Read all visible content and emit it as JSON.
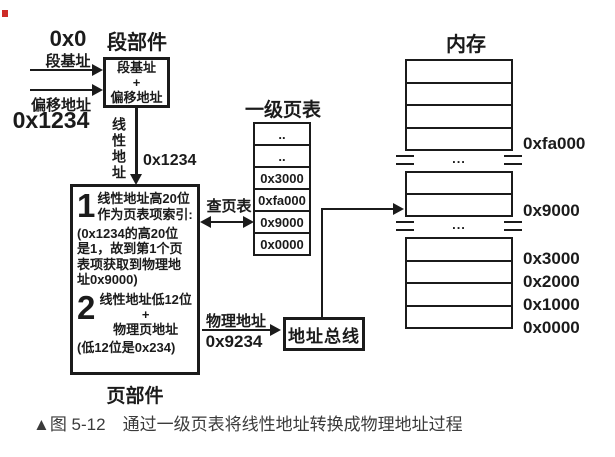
{
  "colors": {
    "ink": "#1b1b1b",
    "caption": "#3b3b3b",
    "marker_red": "#cd2b27",
    "background": "#ffffff"
  },
  "segment_unit": {
    "title": "段部件",
    "box_text": "段基址\n+\n偏移地址",
    "seg_base_value": "0x0",
    "seg_base_label": "段基址",
    "offset_label": "偏移地址",
    "offset_value": "0x1234",
    "linear_label": "线性地址",
    "linear_value": "0x1234"
  },
  "page_unit": {
    "label": "页部件",
    "step1_number": "1",
    "step1_text": "线性地址高20位\n作为页表项索引:",
    "step1_note": "(0x1234的高20位\n是1，故到第1个页\n表项获取到物理地\n址0x9000)",
    "step2_number": "2",
    "step2_text": "线性地址低12位\n+\n物理页地址",
    "step2_note": "(低12位是0x234)"
  },
  "page_table": {
    "title": "一级页表",
    "lookup_label": "查页表",
    "entries": [
      "..",
      "..",
      "0x3000",
      "0xfa000",
      "0x9000",
      "0x0000"
    ]
  },
  "physical_address": {
    "label": "物理地址",
    "value": "0x9234"
  },
  "address_bus": {
    "label": "地址总线"
  },
  "memory": {
    "title": "内存",
    "ellipsis": "...",
    "address_labels": [
      "0xfa000",
      "0x9000",
      "0x3000",
      "0x2000",
      "0x1000",
      "0x0000"
    ]
  },
  "caption": "▲图 5-12　通过一级页表将线性地址转换成物理地址过程"
}
